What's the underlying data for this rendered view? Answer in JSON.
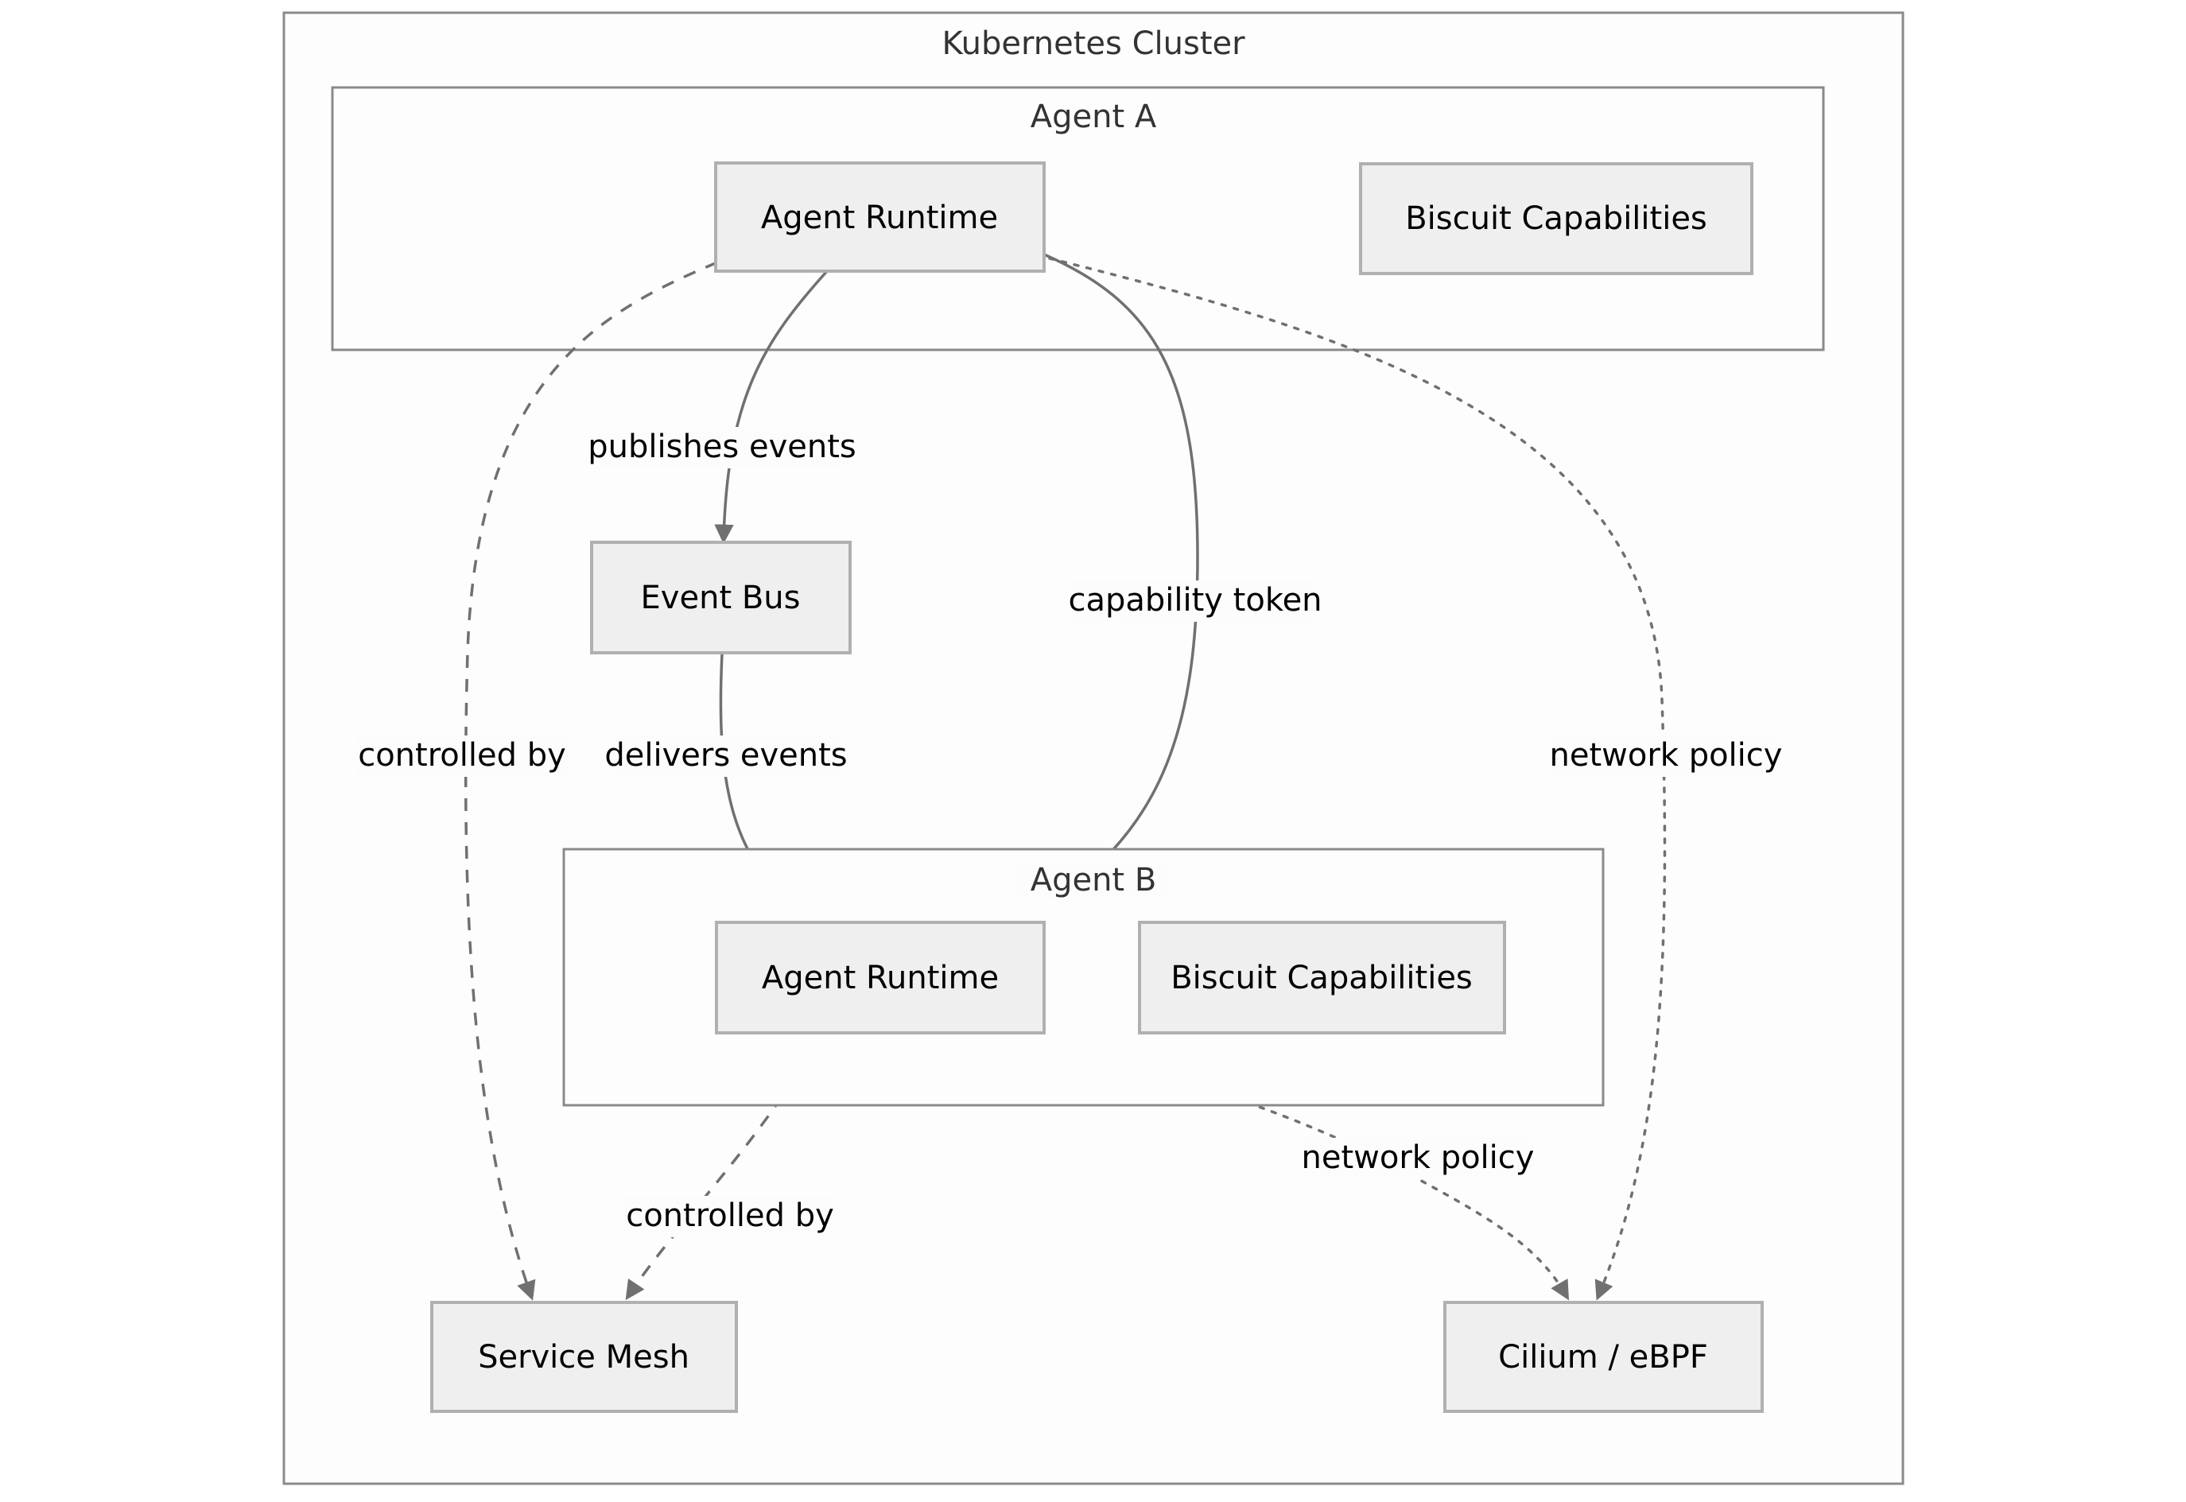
{
  "diagram": {
    "type": "flowchart",
    "title": "Kubernetes Cluster",
    "clusters": [
      {
        "id": "k8s",
        "label": "Kubernetes Cluster"
      },
      {
        "id": "agent_a",
        "label": "Agent A"
      },
      {
        "id": "agent_b",
        "label": "Agent B"
      }
    ],
    "nodes": [
      {
        "id": "a_runtime",
        "label": "Agent Runtime",
        "parent": "agent_a"
      },
      {
        "id": "a_biscuit",
        "label": "Biscuit Capabilities",
        "parent": "agent_a"
      },
      {
        "id": "eventbus",
        "label": "Event Bus",
        "parent": "k8s"
      },
      {
        "id": "b_runtime",
        "label": "Agent Runtime",
        "parent": "agent_b"
      },
      {
        "id": "b_biscuit",
        "label": "Biscuit Capabilities",
        "parent": "agent_b"
      },
      {
        "id": "mesh",
        "label": "Service Mesh",
        "parent": "k8s"
      },
      {
        "id": "cilium",
        "label": "Cilium / eBPF",
        "parent": "k8s"
      }
    ],
    "edges": [
      {
        "id": "e1",
        "from": "a_runtime",
        "to": "eventbus",
        "label": "publishes events",
        "style": "solid"
      },
      {
        "id": "e2",
        "from": "eventbus",
        "to": "b_runtime",
        "label": "delivers events",
        "style": "solid"
      },
      {
        "id": "e3",
        "from": "a_runtime",
        "to": "b_runtime",
        "label": "capability token",
        "style": "solid"
      },
      {
        "id": "e4",
        "from": "a_runtime",
        "to": "mesh",
        "label": "controlled by",
        "style": "dashed"
      },
      {
        "id": "e5",
        "from": "b_runtime",
        "to": "mesh",
        "label": "controlled by",
        "style": "dashed"
      },
      {
        "id": "e6",
        "from": "a_runtime",
        "to": "cilium",
        "label": "network policy",
        "style": "dotted"
      },
      {
        "id": "e7",
        "from": "b_runtime",
        "to": "cilium",
        "label": "network policy",
        "style": "dotted"
      }
    ],
    "colors": {
      "node_fill": "#efefef",
      "node_stroke": "#b0b0b0",
      "cluster_fill": "#fdfdfd",
      "cluster_stroke": "#8a8a8a",
      "edge_stroke": "#707070",
      "text": "#000000",
      "cluster_text": "#333333",
      "background": "#ffffff"
    }
  }
}
